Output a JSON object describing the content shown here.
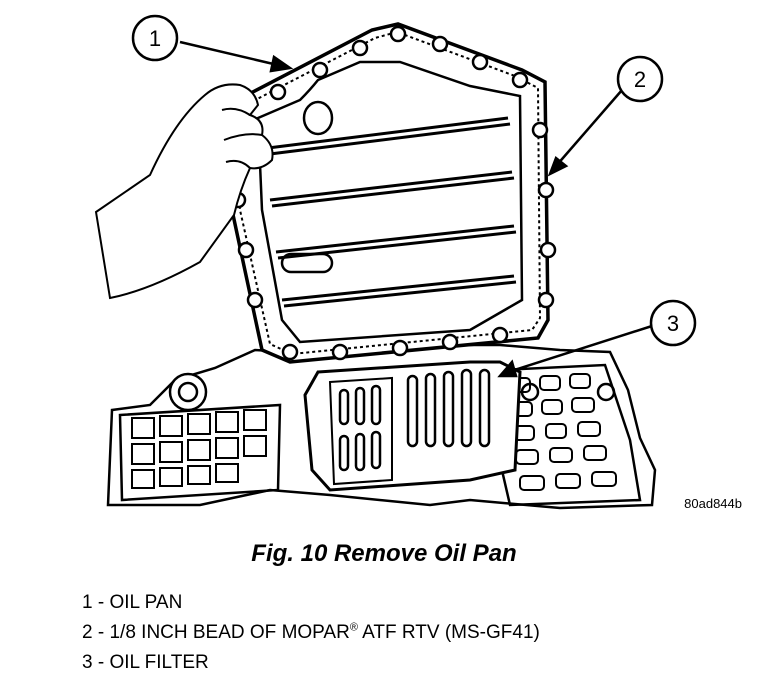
{
  "figure": {
    "code": "80ad844b",
    "caption": "Fig. 10 Remove Oil Pan"
  },
  "callouts": [
    {
      "number": "1"
    },
    {
      "number": "2"
    },
    {
      "number": "3"
    }
  ],
  "legend": [
    {
      "number": "1",
      "sep": " - ",
      "text": "OIL PAN",
      "mark": "",
      "tail": ""
    },
    {
      "number": "2",
      "sep": " - ",
      "text": "1/8 INCH BEAD OF MOPAR",
      "mark": "®",
      "tail": " ATF RTV (MS-GF41)"
    },
    {
      "number": "3",
      "sep": " - ",
      "text": "OIL FILTER",
      "mark": "",
      "tail": ""
    }
  ]
}
